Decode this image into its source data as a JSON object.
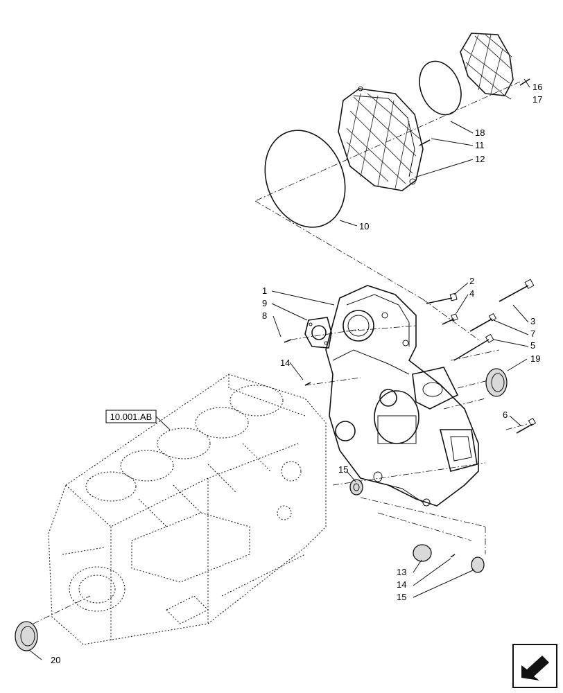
{
  "callouts": {
    "c1": "1",
    "c2": "2",
    "c3": "3",
    "c4": "4",
    "c5": "5",
    "c6": "6",
    "c7": "7",
    "c8": "8",
    "c9": "9",
    "c10": "10",
    "c11": "11",
    "c12": "12",
    "c13": "13",
    "c14a": "14",
    "c14b": "14",
    "c15a": "15",
    "c15b": "15",
    "c16": "16",
    "c17": "17",
    "c18": "18",
    "c19": "19",
    "c20": "20"
  },
  "reference_box": {
    "label": "10.001.AB"
  },
  "nav_icon": "next-page-arrow-icon"
}
